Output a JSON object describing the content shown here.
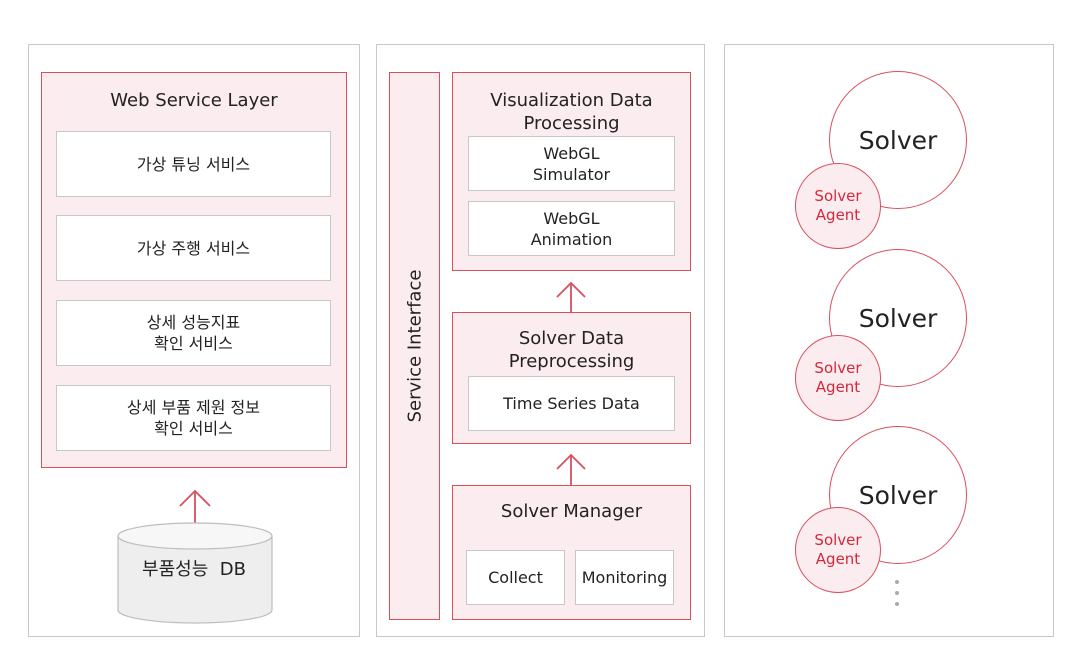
{
  "left_panel": {
    "layer_title": "Web Service Layer",
    "services": [
      {
        "lines": [
          "가상 튜닝 서비스"
        ]
      },
      {
        "lines": [
          "가상 주행 서비스"
        ]
      },
      {
        "lines": [
          "상세 성능지표",
          "확인 서비스"
        ]
      },
      {
        "lines": [
          "상세 부품 제원 정보",
          "확인 서비스"
        ]
      }
    ],
    "database_label": "부품성능  DB"
  },
  "middle_panel": {
    "service_interface_label": "Service Interface",
    "visualization": {
      "title_lines": [
        "Visualization Data",
        "Processing"
      ],
      "items": [
        {
          "lines": [
            "WebGL",
            "Simulator"
          ]
        },
        {
          "lines": [
            "WebGL",
            "Animation"
          ]
        }
      ]
    },
    "preprocessing": {
      "title_lines": [
        "Solver Data",
        "Preprocessing"
      ],
      "item": "Time Series Data"
    },
    "manager": {
      "title": "Solver Manager",
      "items": [
        "Collect",
        "Monitoring"
      ]
    }
  },
  "right_panel": {
    "solvers": [
      {
        "label": "Solver",
        "agent_lines": [
          "Solver",
          "Agent"
        ]
      },
      {
        "label": "Solver",
        "agent_lines": [
          "Solver",
          "Agent"
        ]
      },
      {
        "label": "Solver",
        "agent_lines": [
          "Solver",
          "Agent"
        ]
      }
    ]
  },
  "colors": {
    "accent_red": "#d94f5c",
    "pink_fill": "#fbecef",
    "agent_text": "#d4283c",
    "panel_border": "#c8c8c8"
  }
}
